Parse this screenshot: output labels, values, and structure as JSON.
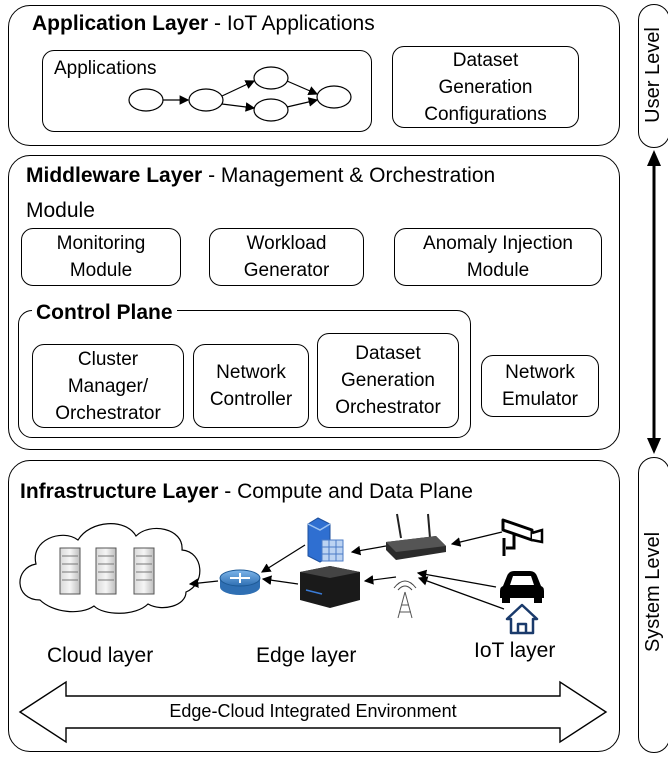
{
  "application_layer": {
    "title_bold": "Application Layer",
    "title_rest": " - IoT Applications",
    "applications_label": "Applications",
    "dataset_config": "Dataset\nGeneration\nConfigurations"
  },
  "middleware_layer": {
    "title_bold": "Middleware Layer",
    "title_rest": " - Management & Orchestration",
    "title_line2": "Module",
    "modules": [
      "Monitoring\nModule",
      "Workload\nGenerator",
      "Anomaly Injection\nModule"
    ],
    "control_plane": {
      "title": "Control Plane",
      "items": [
        "Cluster\nManager/\nOrchestrator",
        "Network\nController",
        "Dataset\nGeneration\nOrchestrator"
      ]
    },
    "network_emulator": "Network\nEmulator"
  },
  "infrastructure_layer": {
    "title_bold": "Infrastructure Layer",
    "title_rest": " - Compute and Data Plane",
    "cloud_label": "Cloud layer",
    "edge_label": "Edge layer",
    "iot_label": "IoT layer",
    "environment_label": "Edge-Cloud Integrated Environment"
  },
  "levels": {
    "user": "User Level",
    "system": "System Level"
  },
  "icons": {
    "cloud": "cloud-servers-icon",
    "router": "router-icon",
    "edge_server": "edge-server-icon",
    "wifi_router": "wifi-router-icon",
    "antenna": "cell-tower-icon",
    "camera": "camera-icon",
    "car": "car-icon",
    "home": "home-icon"
  },
  "colors": {
    "router": "#3e86cc",
    "server_blue": "#2f6fd1"
  }
}
